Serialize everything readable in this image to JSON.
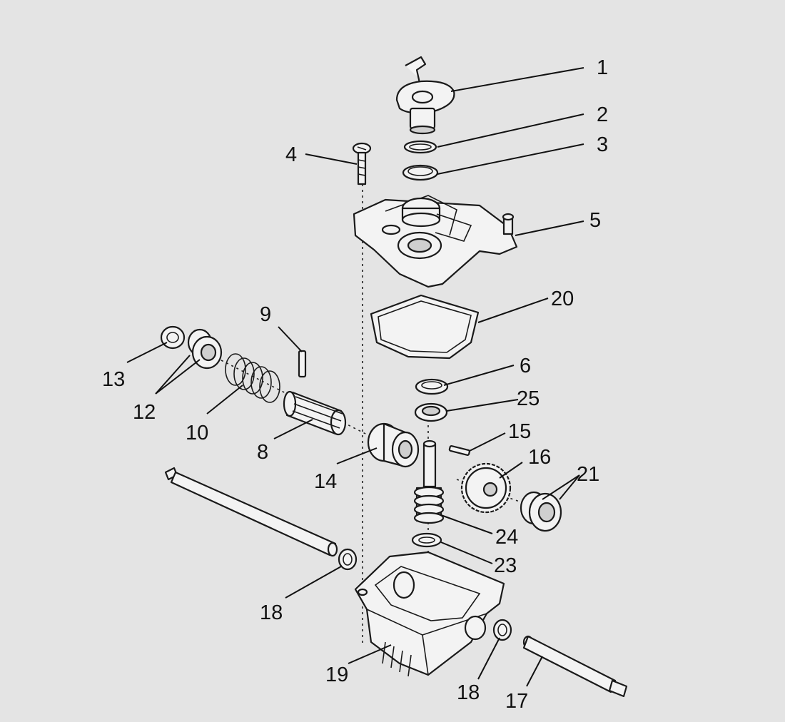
{
  "diagram": {
    "callouts": {
      "c1": "1",
      "c2": "2",
      "c3": "3",
      "c4": "4",
      "c5": "5",
      "c6": "6",
      "c8": "8",
      "c9": "9",
      "c10": "10",
      "c12": "12",
      "c13": "13",
      "c14": "14",
      "c15": "15",
      "c16": "16",
      "c17": "17",
      "c18a": "18",
      "c18b": "18",
      "c19": "19",
      "c20": "20",
      "c21": "21",
      "c23": "23",
      "c24": "24",
      "c25": "25"
    }
  }
}
